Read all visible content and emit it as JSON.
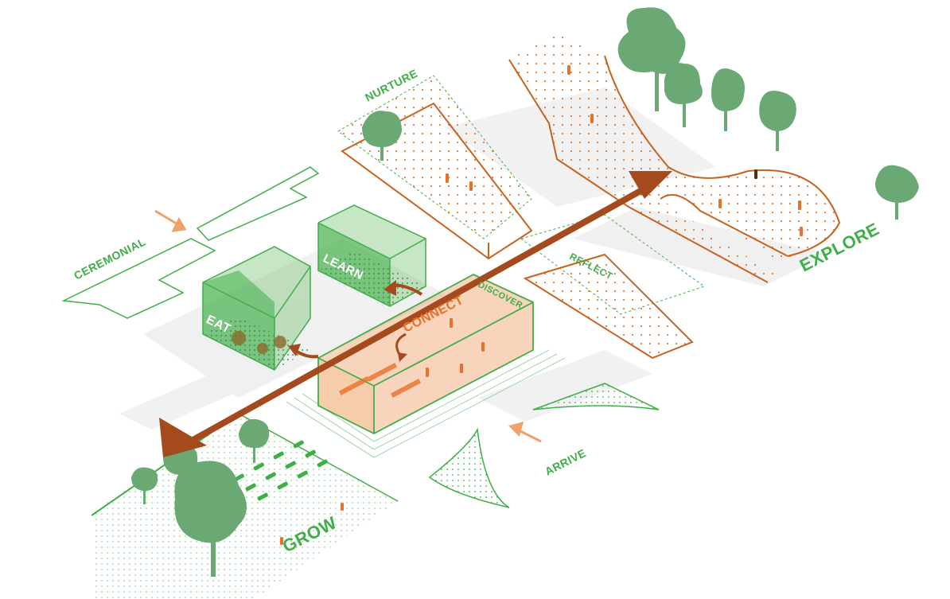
{
  "colors": {
    "green": "#3fae49",
    "green_fill": "#5cb85c",
    "tree": "#6aa874",
    "orange": "#c8621f",
    "orange_light": "#f2a06a",
    "brown_arrow": "#a54a1c",
    "grey_path": "#e6e6e6"
  },
  "labels": {
    "nurture": "NURTURE",
    "ceremonial": "CEREMONIAL",
    "learn": "LEARN",
    "eat": "EAT",
    "connect": "CONNECT",
    "discover": "DISCOVER",
    "reflect": "REFLECT",
    "explore": "EXPLORE",
    "arrive": "ARRIVE",
    "grow": "GROW"
  }
}
